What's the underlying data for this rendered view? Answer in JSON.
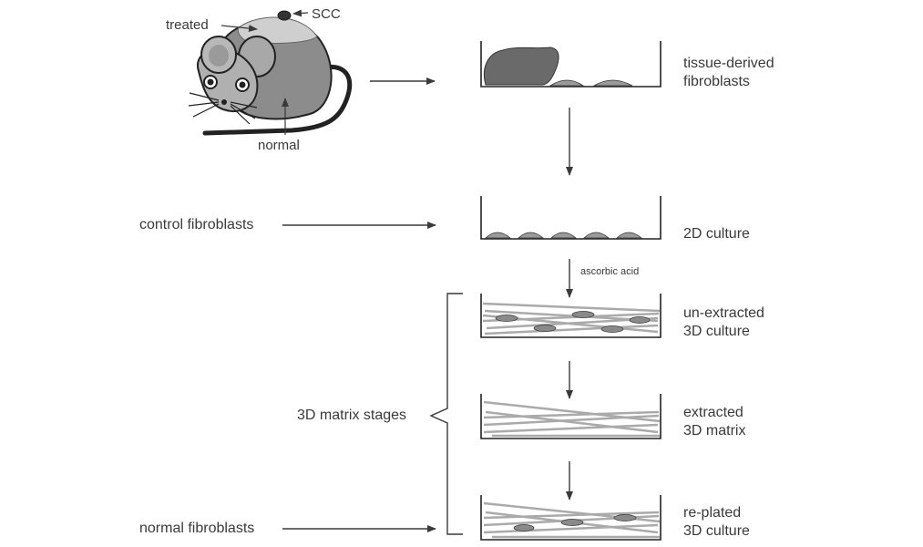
{
  "mouse": {
    "treated_label": "treated",
    "scc_label": "SCC",
    "normal_label": "normal"
  },
  "stages": [
    {
      "id": "tissue",
      "line1": "tissue-derived",
      "line2": "fibroblasts"
    },
    {
      "id": "2d",
      "line1": "2D culture",
      "line2": ""
    },
    {
      "id": "unextracted",
      "line1": "un-extracted",
      "line2": "3D culture"
    },
    {
      "id": "extracted",
      "line1": "extracted",
      "line2": "3D matrix"
    },
    {
      "id": "replated",
      "line1": "re-plated",
      "line2": "3D culture"
    }
  ],
  "treatment": {
    "label": "ascorbic acid"
  },
  "inputs": {
    "control": "control fibroblasts",
    "normal": "normal fibroblasts",
    "matrix_stages": "3D matrix stages"
  },
  "colors": {
    "ink": "#3a3a3a",
    "mouse_body": "#8c8c8c",
    "mouse_light": "#b8b8b8",
    "treated_patch": "#cfcfcf",
    "tissue": "#6a6a6a",
    "fiber": "#bdbdbd"
  }
}
